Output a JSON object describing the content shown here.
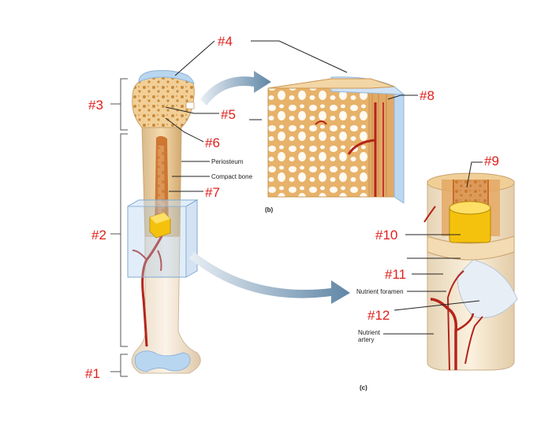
{
  "markers": {
    "m1": "#1",
    "m2": "#2",
    "m3": "#3",
    "m4": "#4",
    "m5": "#5",
    "m6": "#6",
    "m7": "#7",
    "m8": "#8",
    "m9": "#9",
    "m10": "#10",
    "m11": "#11",
    "m12": "#12"
  },
  "labels": {
    "periosteum": "Periosteum",
    "compact_bone": "Compact bone",
    "nutrient_foramen": "Nutrient foramen",
    "nutrient_artery": "Nutrient\nartery"
  },
  "panels": {
    "b": "(b)",
    "c": "(c)"
  },
  "colors": {
    "marker": "#e0201c",
    "bone": "#f1cf97",
    "spongy": "#e6b25e",
    "marrow_yellow": "#f4c20d",
    "artery": "#b4241a",
    "cartilage": "#b9d6f0"
  }
}
